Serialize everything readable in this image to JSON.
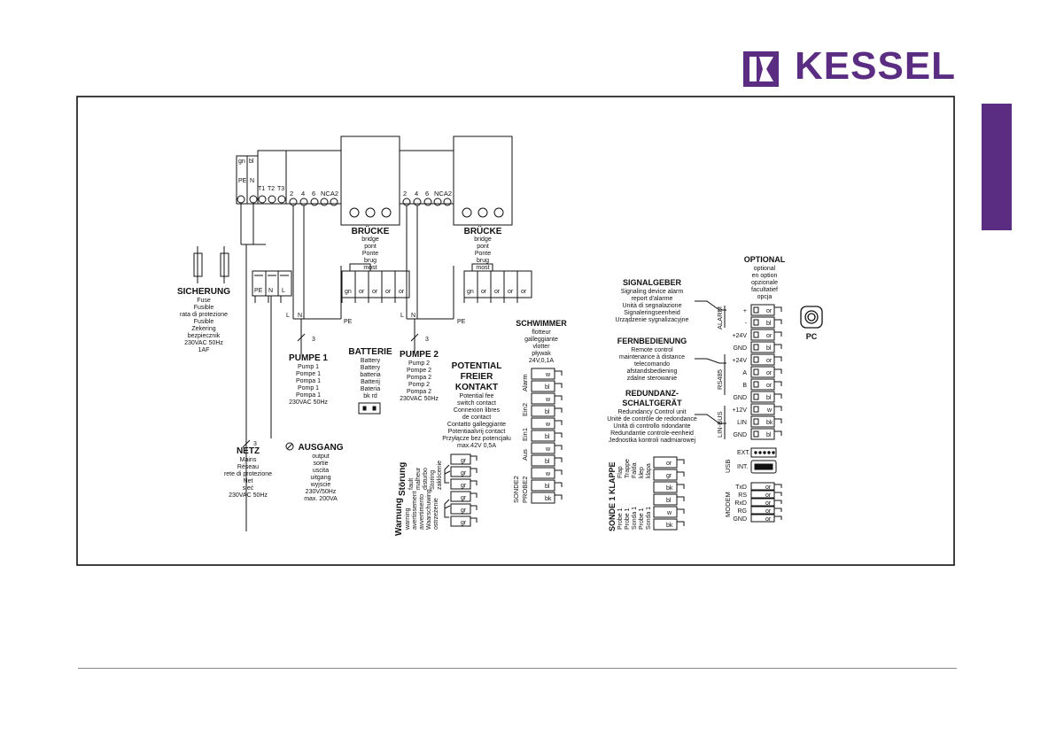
{
  "brand": {
    "name": "KESSEL",
    "color": "#5a2d82"
  },
  "side_tab": {
    "color": "#5a2d82"
  },
  "terminals": {
    "mains_block": [
      "gn",
      "bl",
      "PE",
      "N"
    ],
    "contactor": [
      "T1",
      "T2",
      "T3"
    ],
    "pump": [
      "2",
      "4",
      "6",
      "NCA2"
    ],
    "fuse_block": [
      "PE",
      "N",
      "L"
    ],
    "bridge_terminals": [
      "gn",
      "or",
      "or",
      "or",
      "or"
    ],
    "wire_l": "L",
    "wire_n": "N",
    "wire_pe": "PE",
    "cable_3": "3"
  },
  "sicherung": {
    "title": "SICHERUNG",
    "lines": [
      "Fuse",
      "Fusible",
      "rata di protezione",
      "Fusible",
      "Zekering",
      "bezpiecznik",
      "230VAC 50Hz",
      "1AF"
    ]
  },
  "bruecke": {
    "title": "BRÜCKE",
    "lines": [
      "bridge",
      "pont",
      "Ponte",
      "brug",
      "most"
    ]
  },
  "pumpe1": {
    "title": "PUMPE 1",
    "lines": [
      "Pump 1",
      "Pompe 1",
      "Pompa 1",
      "Pomp 1",
      "Pompa 1",
      "230VAC 50Hz"
    ]
  },
  "pumpe2": {
    "title": "PUMPE 2",
    "lines": [
      "Pump 2",
      "Pompe 2",
      "Pompa 2",
      "Pomp 2",
      "Pompa 2",
      "230VAC 50Hz"
    ]
  },
  "batterie": {
    "title": "BATTERIE",
    "lines": [
      "Battery",
      "Battery",
      "batteria",
      "Batterij",
      "Bateria"
    ],
    "pins": "bk  rd"
  },
  "potential": {
    "title": [
      "POTENTIAL",
      "FREIER",
      "KONTAKT"
    ],
    "lines": [
      "Potential fee",
      "switch contact",
      "Connexion libres",
      "de contact",
      "Contatto galleggiante",
      "Potentiaalvrij contact",
      "Przyłącze bez potencjału",
      "max.42V 0,5A"
    ]
  },
  "netz": {
    "title": "NETZ",
    "lines": [
      "Mains",
      "Réseau",
      "rete di protezione",
      "Net",
      "sieć",
      "230VAC 50Hz"
    ]
  },
  "ausgang": {
    "title": "AUSGANG",
    "lines": [
      "output",
      "sortie",
      "uscita",
      "uitgang",
      "wyjscie",
      "230V/50Hz",
      "max. 200VA"
    ]
  },
  "stoerung": {
    "title": "Störung",
    "lines": [
      "fault",
      "malheur",
      "disturbo",
      "Storing",
      "zakłócenie"
    ]
  },
  "warnung": {
    "title": "Warnung",
    "lines": [
      "warning",
      "avertissement",
      "avvertimento",
      "Waarschuwing",
      "ostrzeżenie"
    ]
  },
  "relay_terminals": [
    "gr",
    "gr",
    "gr",
    "gr",
    "gr",
    "gr"
  ],
  "schwimmer": {
    "title": "SCHWIMMER",
    "lines": [
      "flotteur",
      "galleggiante",
      "vlotter",
      "pływak",
      "24V,0,1A"
    ]
  },
  "float_terminals": [
    "w",
    "bl",
    "w",
    "bl",
    "w",
    "bl",
    "w",
    "bl",
    "w",
    "bk"
  ],
  "float_labels": [
    "Alarm",
    "Ein2",
    "Ein1",
    "Aus",
    "SONDE2",
    "PROBE2"
  ],
  "klappe": {
    "title": "SONDE 1 KLAPPE",
    "lines": [
      "Flap",
      "Trappe",
      "Falda",
      "klep",
      "klapa"
    ],
    "probe_lines": [
      "Probe 1",
      "Probe 1",
      "Sonda 1",
      "Probe 1",
      "Sonda 1"
    ]
  },
  "klappe_terminals": [
    "or",
    "gr",
    "bk",
    "bl",
    "w",
    "bk"
  ],
  "signalgeber": {
    "title": "SIGNALGEBER",
    "lines": [
      "Signaling device alarm",
      "report d'alarme",
      "Unità di segnalazione",
      "Signaleringseenheid",
      "Urządzenie sygnalizacyjne"
    ]
  },
  "fernbedienung": {
    "title": "FERNBEDIENUNG",
    "lines": [
      "Remote control",
      "maintenance à distance",
      "telecomando",
      "afstandsbediening",
      "zdalne sterowanie"
    ]
  },
  "redundanz": {
    "title": [
      "REDUNDANZ-",
      "SCHALTGERÄT"
    ],
    "lines": [
      "Redundancy Control unit",
      "Unité de contrôle de redondance",
      "Unità di controllo ridondante",
      "Redundantie controle-eenheid",
      "Jednostka kontroli nadmiarowej"
    ]
  },
  "optional": {
    "title": "OPTIONAL",
    "lines": [
      "optional",
      "en option",
      "opzionale",
      "facultatief",
      "opcja"
    ]
  },
  "bus_groups": [
    "ALARM",
    "RS485",
    "LIN-BUS"
  ],
  "bus_rows": [
    {
      "label": "+",
      "color": "or"
    },
    {
      "label": "-",
      "color": "bl"
    },
    {
      "label": "+24V",
      "color": "or"
    },
    {
      "label": "GND",
      "color": "bl"
    },
    {
      "label": "+24V",
      "color": "or"
    },
    {
      "label": "A",
      "color": "or"
    },
    {
      "label": "B",
      "color": "or"
    },
    {
      "label": "GND",
      "color": "bl"
    },
    {
      "label": "+12V",
      "color": "w"
    },
    {
      "label": "LIN",
      "color": "bk"
    },
    {
      "label": "GND",
      "color": "bl"
    }
  ],
  "pc": {
    "label": "PC"
  },
  "usb": {
    "label": "USB",
    "ports": [
      "EXT.",
      "INT."
    ]
  },
  "modem": {
    "label": "MODEM",
    "rows": [
      {
        "label": "TxD",
        "color": "or"
      },
      {
        "label": "RS",
        "color": "or"
      },
      {
        "label": "RxD",
        "color": "or"
      },
      {
        "label": "RG",
        "color": "or"
      },
      {
        "label": "GND",
        "color": "or"
      }
    ]
  }
}
